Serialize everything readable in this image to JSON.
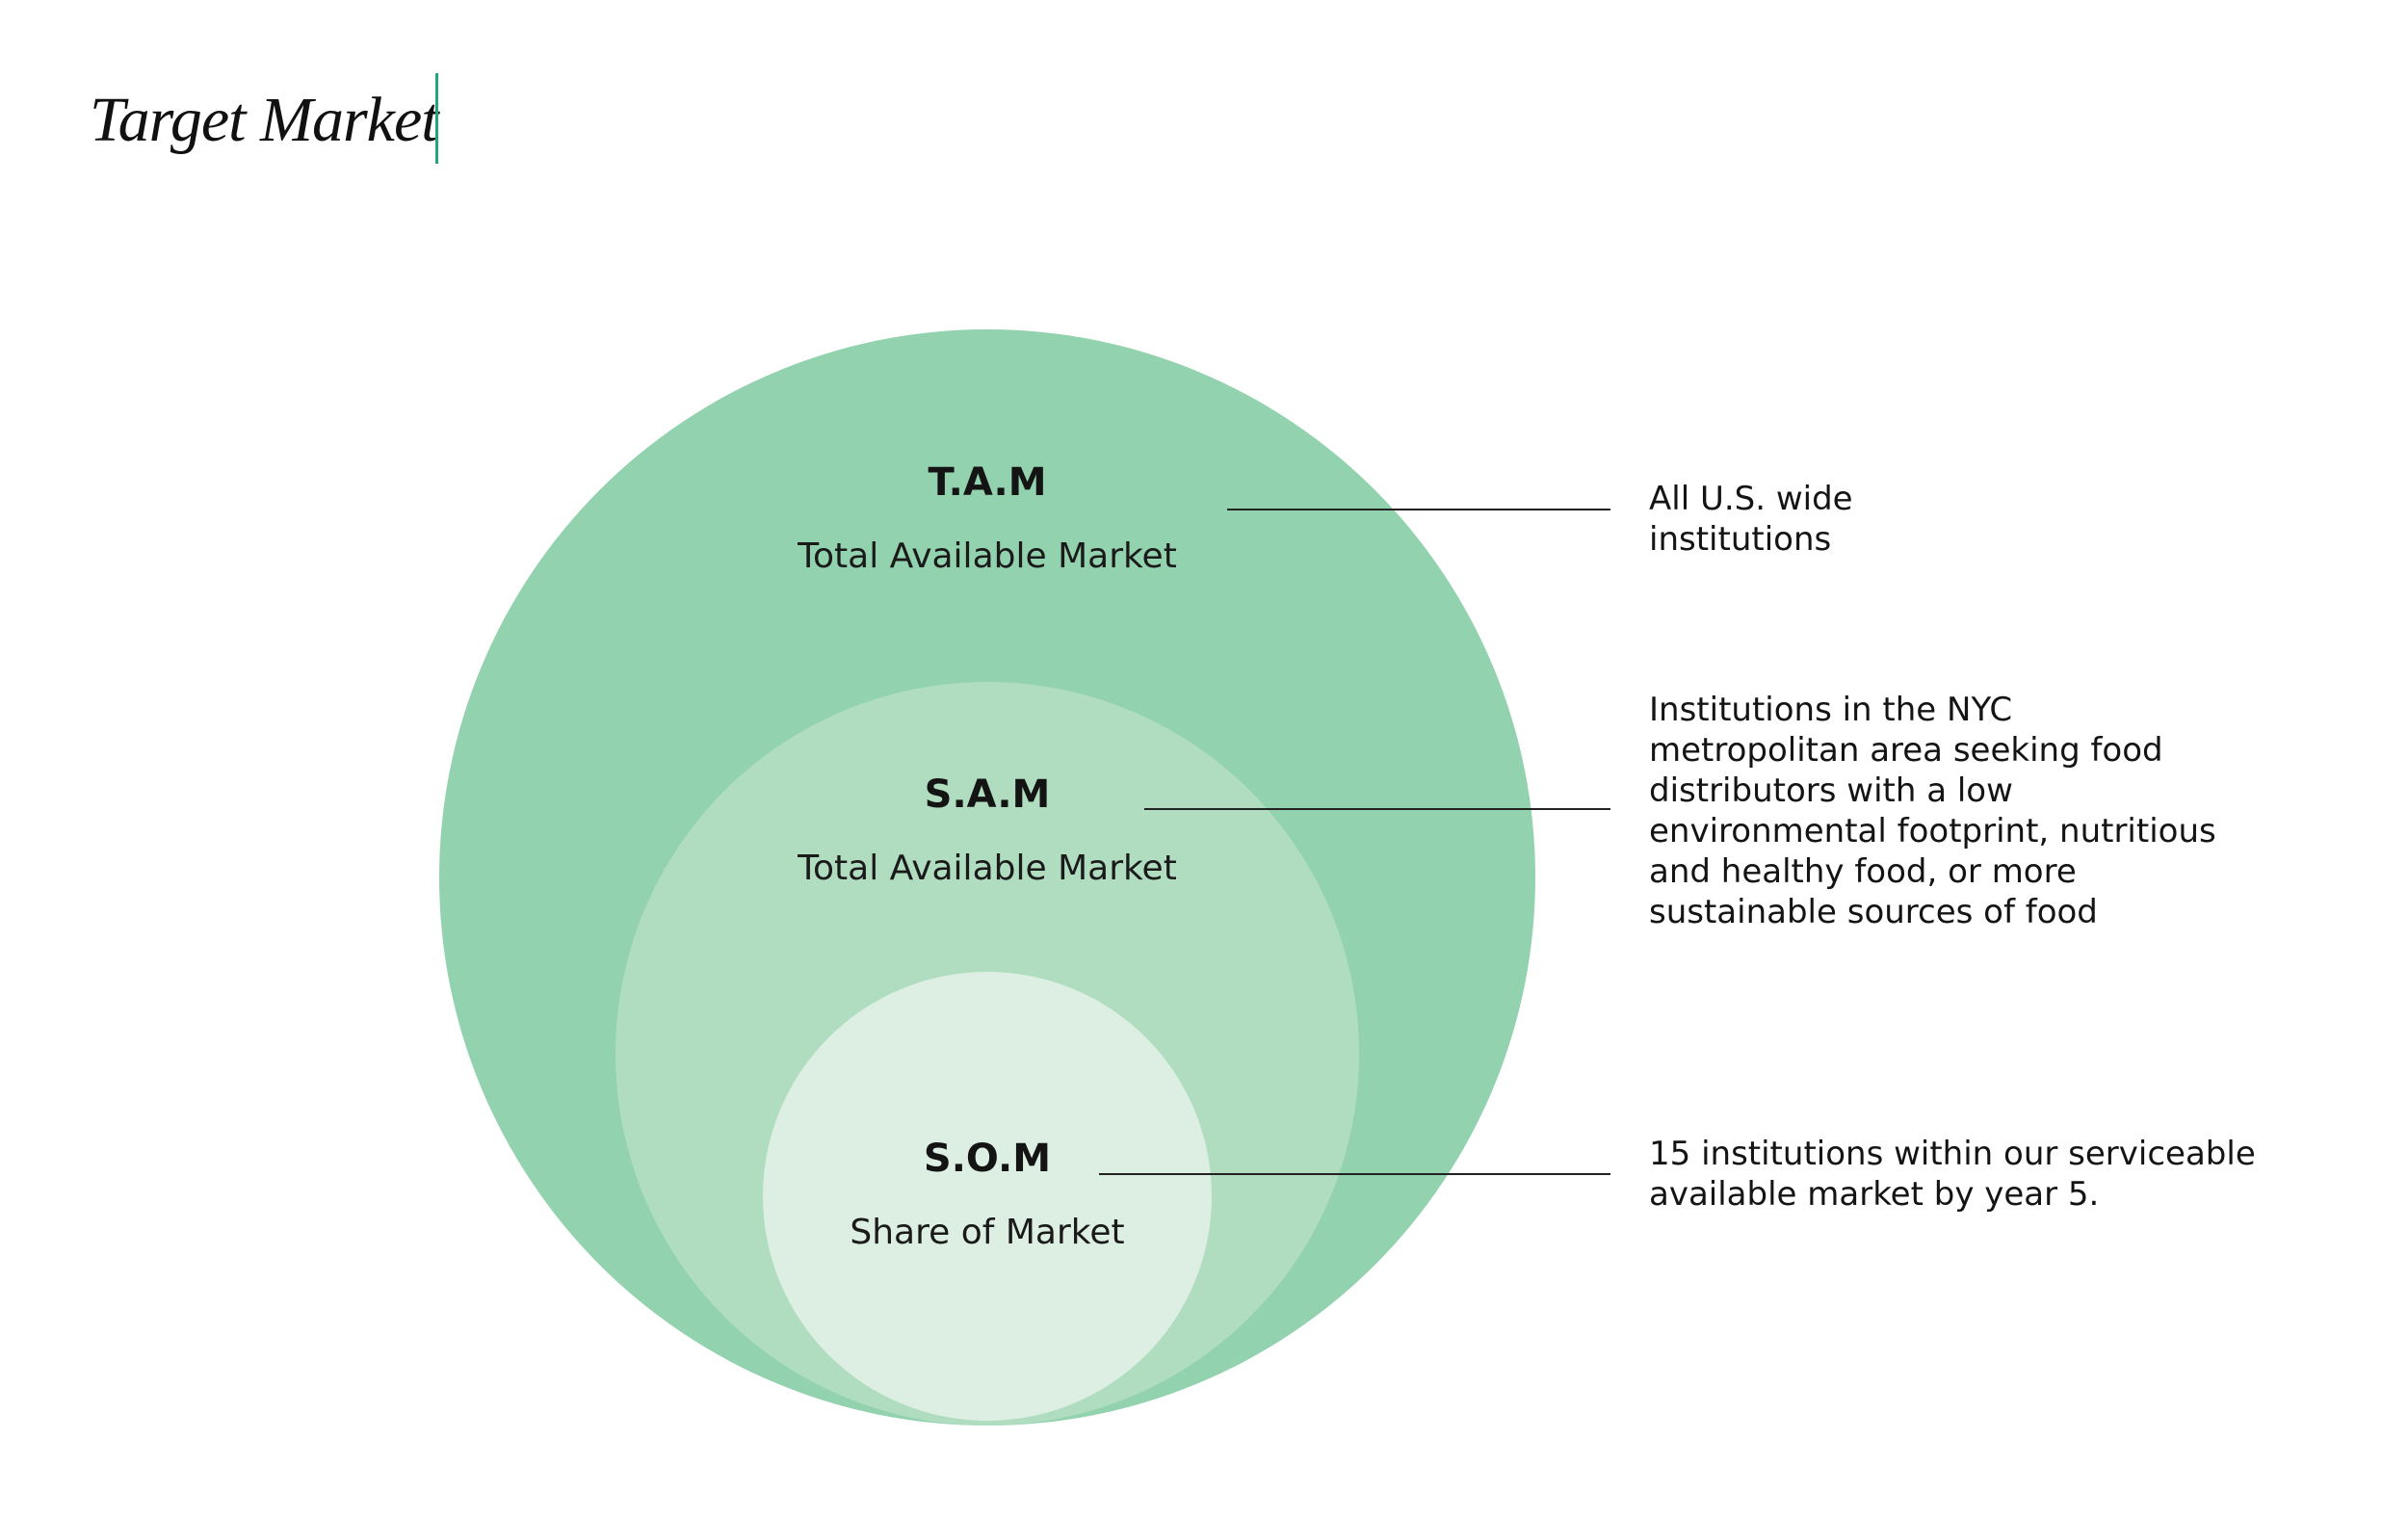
{
  "title": "Target Market",
  "colors": {
    "accent": "#1fa77a",
    "outer_circle": "#92d2ae",
    "middle_circle": "#b0ddc0",
    "inner_circle": "#dcefe2",
    "leader_line": "#222222"
  },
  "diagram": {
    "tam": {
      "abbr": "T.A.M",
      "name": "Total Available Market",
      "description_lines": [
        "All U.S. wide",
        "institutions"
      ]
    },
    "sam": {
      "abbr": "S.A.M",
      "name": "Total Available Market",
      "description_lines": [
        "Institutions in the NYC",
        "metropolitan area seeking food",
        "distributors with a low",
        "environmental footprint, nutritious",
        "and healthy food, or more",
        "sustainable sources of food"
      ]
    },
    "som": {
      "abbr": "S.O.M",
      "name": "Share of Market",
      "description_lines": [
        "15 institutions within our serviceable",
        "available market by year 5."
      ]
    }
  }
}
